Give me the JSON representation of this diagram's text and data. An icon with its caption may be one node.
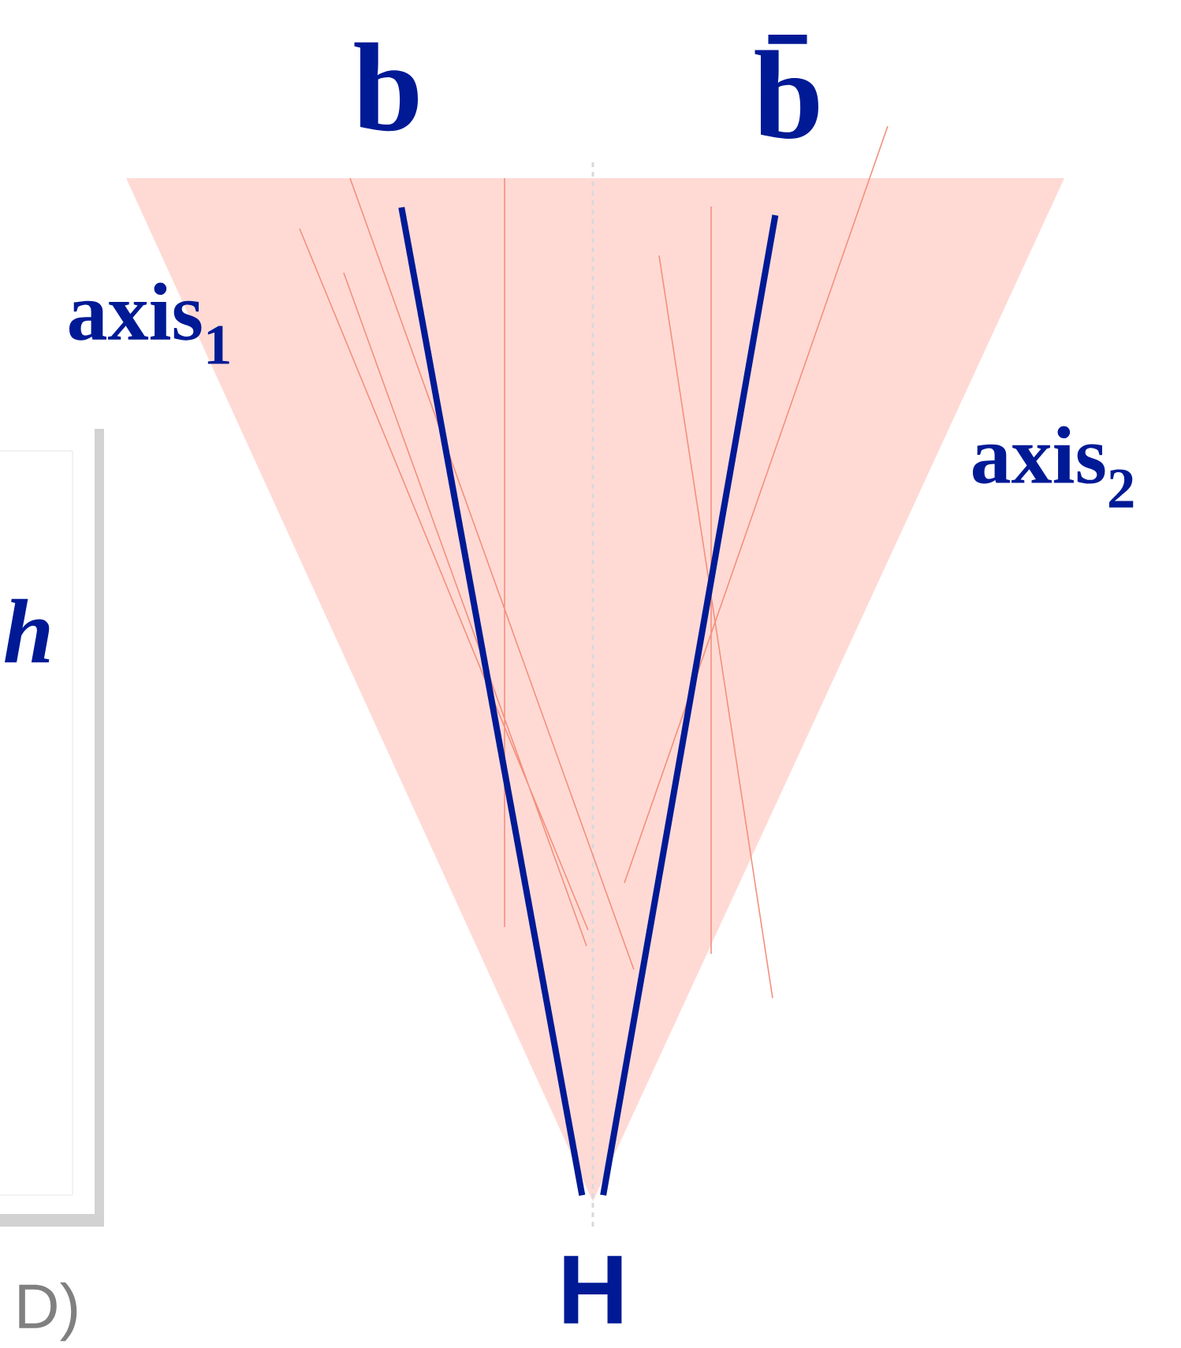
{
  "diagram": {
    "nodes": [
      {
        "text": [
          "h"
        ]
      },
      {
        "text": [
          "b"
        ]
      },
      {
        "text": [
          "b̄"
        ]
      },
      {
        "text": [
          "H"
        ]
      }
    ],
    "edges": [
      {
        "from": 3,
        "to": 1,
        "arrow": "none"
      },
      {
        "from": 3,
        "to": 2,
        "arrow": "none"
      }
    ],
    "labels": [
      "axis$_{1}$",
      "axis$_{2}$",
      "D)"
    ]
  }
}
